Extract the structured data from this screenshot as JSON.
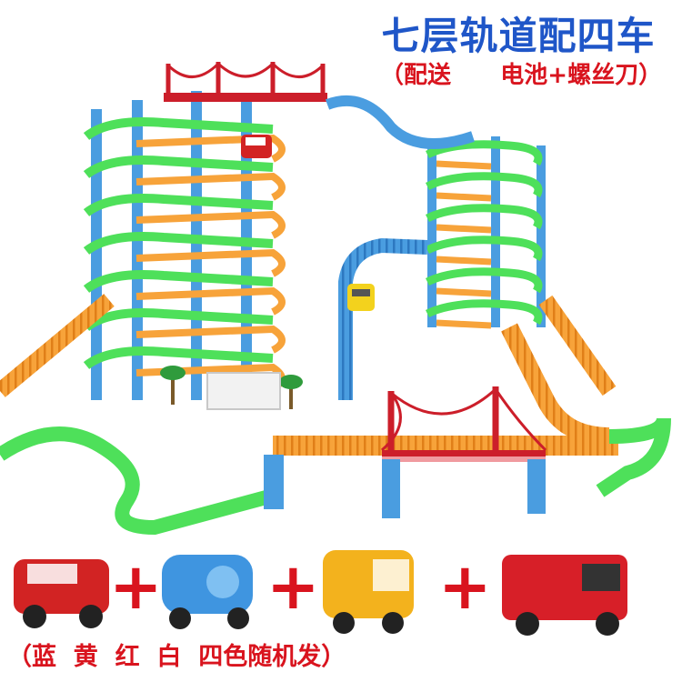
{
  "header": {
    "title": "七层轨道配四车",
    "subtitle": "（配送      电池+螺丝刀）"
  },
  "cars_row": {
    "plus_sign": "+",
    "cars": [
      {
        "name": "red-suv",
        "color": "#d22323"
      },
      {
        "name": "blue-train",
        "color": "#3f95e0"
      },
      {
        "name": "yellow-bus",
        "color": "#f3b21d"
      },
      {
        "name": "red-fire-truck",
        "color": "#d71f28"
      }
    ]
  },
  "footer": {
    "note": "（蓝  黄  红  白  四色随机发）"
  },
  "colors": {
    "green_track": "#4ee05a",
    "orange_track": "#f7a33a",
    "blue_pillar": "#4a9de0",
    "red_bridge": "#cc1e2a",
    "title_blue": "#1f56c8",
    "text_red": "#d9141e"
  }
}
